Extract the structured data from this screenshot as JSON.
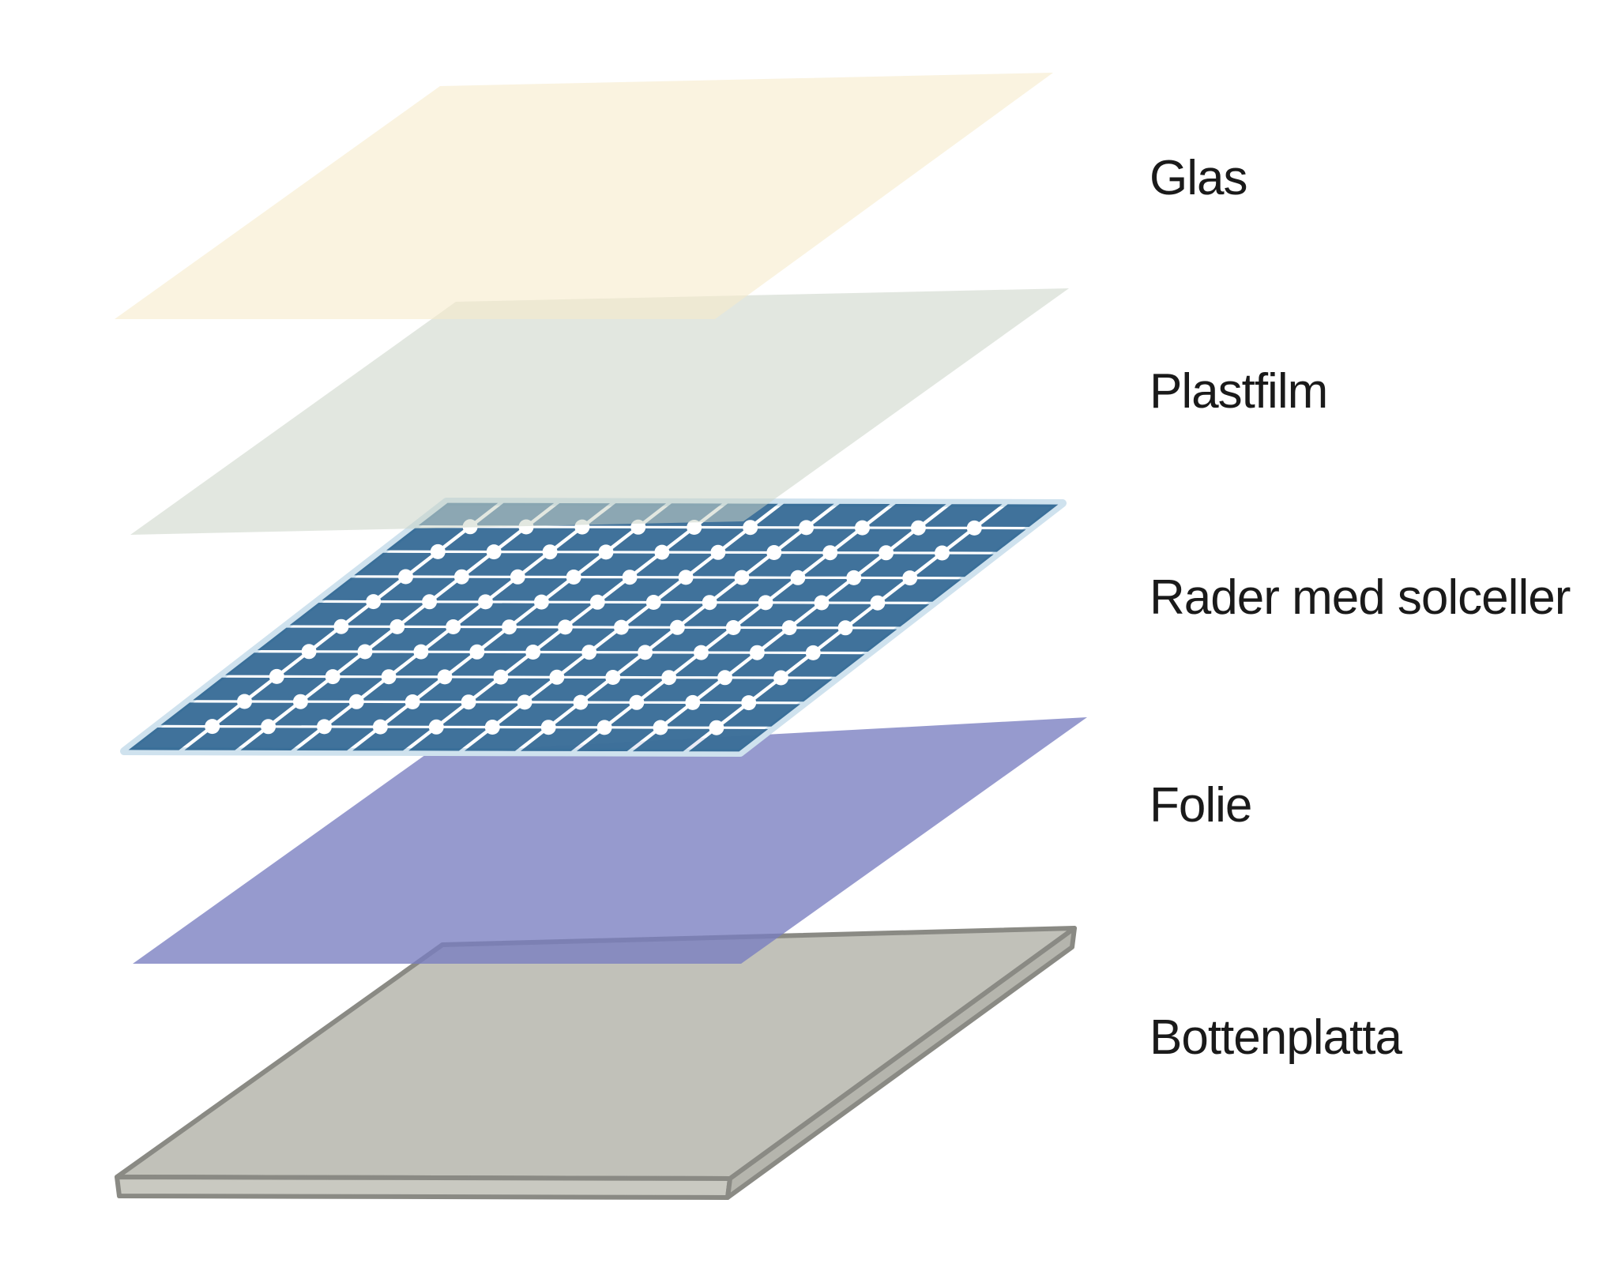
{
  "diagram": {
    "background": "#ffffff",
    "text_color": "#1a1a1a",
    "layers": [
      {
        "id": "glas",
        "label": "Glas",
        "color": "#f6eaca",
        "opacity": 0.58
      },
      {
        "id": "plastfilm",
        "label": "Plastfilm",
        "color": "#cbd4c7",
        "opacity": 0.55
      },
      {
        "id": "solceller",
        "label": "Rader med solceller",
        "color": "#255f8d",
        "opacity": 0.88
      },
      {
        "id": "folie",
        "label": "Folie",
        "color": "#787ec0",
        "opacity": 0.78
      },
      {
        "id": "bottenplatta",
        "label": "Bottenplatta",
        "color": "#c1c1b9",
        "opacity": 1.0
      }
    ],
    "solar_grid": {
      "rows": 10,
      "cols": 11,
      "cell_color": "#255f8d",
      "cell_opacity": 0.88,
      "line_color": "#ffffff",
      "line_opacity": 0.8,
      "border_color": "#cfe2ee",
      "dot_color": "#ffffff"
    },
    "bottom_plate": {
      "top_color": "#c1c1b9",
      "front_color": "#c9c9c1",
      "side_color": "#b5b5ad",
      "edge_color": "#8a8a84"
    }
  }
}
